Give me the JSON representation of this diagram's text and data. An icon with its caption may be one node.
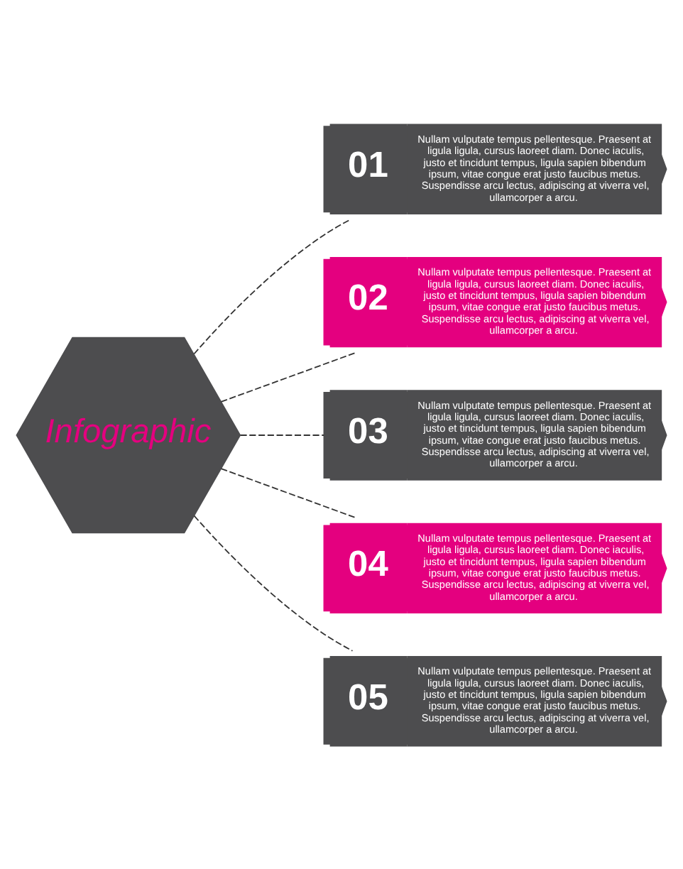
{
  "diagram": {
    "nodes": [
      {
        "text": [
          "Infographic"
        ]
      },
      {
        "text": [
          "01",
          "Nullam vulputate tempus pellentesque. Praesent at ligula ligula, cursus laoreet diam. Donec iaculis, justo et tincidunt tempus, ligula sapien bibendum ipsum, vitae congue erat justo faucibus metus. Suspendisse arcu lectus, adipiscing at viverra vel, ullamcorper a arcu."
        ]
      },
      {
        "text": [
          "02",
          "Nullam vulputate tempus pellentesque. Praesent at ligula ligula, cursus laoreet diam. Donec iaculis, justo et tincidunt tempus, ligula sapien bibendum ipsum, vitae congue erat justo faucibus metus. Suspendisse arcu lectus, adipiscing at viverra vel, ullamcorper a arcu."
        ]
      },
      {
        "text": [
          "03",
          "Nullam vulputate tempus pellentesque. Praesent at ligula ligula, cursus laoreet diam. Donec iaculis, justo et tincidunt tempus, ligula sapien bibendum ipsum, vitae congue erat justo faucibus metus. Suspendisse arcu lectus, adipiscing at viverra vel, ullamcorper a arcu."
        ]
      },
      {
        "text": [
          "04",
          "Nullam vulputate tempus pellentesque. Praesent at ligula ligula, cursus laoreet diam. Donec iaculis, justo et tincidunt tempus, ligula sapien bibendum ipsum, vitae congue erat justo faucibus metus. Suspendisse arcu lectus, adipiscing at viverra vel, ullamcorper a arcu."
        ]
      },
      {
        "text": [
          "05",
          "Nullam vulputate tempus pellentesque. Praesent at ligula ligula, cursus laoreet diam. Donec iaculis, justo et tincidunt tempus, ligula sapien bibendum ipsum, vitae congue erat justo faucibus metus. Suspendisse arcu lectus, adipiscing at viverra vel, ullamcorper a arcu."
        ]
      }
    ],
    "edges": [
      {
        "from": 0,
        "to": 1,
        "arrow": "none",
        "style": "dashed"
      },
      {
        "from": 0,
        "to": 2,
        "arrow": "none",
        "style": "dashed"
      },
      {
        "from": 0,
        "to": 3,
        "arrow": "none",
        "style": "dashed"
      },
      {
        "from": 0,
        "to": 4,
        "arrow": "none",
        "style": "dashed"
      },
      {
        "from": 0,
        "to": 5,
        "arrow": "none",
        "style": "dashed"
      }
    ]
  }
}
